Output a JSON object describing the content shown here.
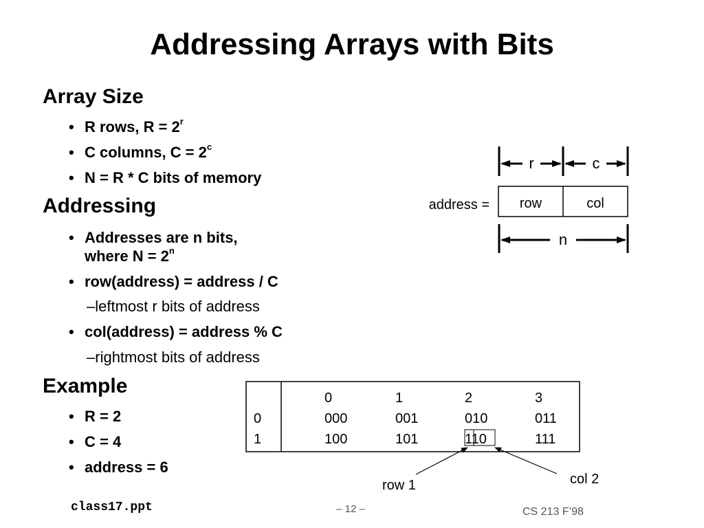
{
  "title": "Addressing Arrays with Bits",
  "sections": {
    "array_size": {
      "heading": "Array Size",
      "b1_pre": "R rows, R = 2",
      "b1_sup": "r",
      "b2_pre": "C columns, C = 2",
      "b2_sup": "c",
      "b3": "N = R * C bits of memory"
    },
    "addressing": {
      "heading": "Addressing",
      "b1_line1": "Addresses are n bits,",
      "b1_line2_pre": "where N = 2",
      "b1_line2_sup": "n",
      "b2": "row(address) = address / C",
      "b2_sub": "leftmost r bits of address",
      "b3": "col(address) = address % C",
      "b3_sub": "rightmost bits of address"
    },
    "example": {
      "heading": "Example",
      "b1": "R = 2",
      "b2": "C = 4",
      "b3": "address = 6"
    }
  },
  "bullet_char": "•",
  "dash_char": "–",
  "diagram": {
    "r": "r",
    "c": "c",
    "address_label": "address =",
    "row_field": "row",
    "col_field": "col",
    "n": "n"
  },
  "table": {
    "col_headers": [
      "0",
      "1",
      "2",
      "3"
    ],
    "rows": [
      {
        "label": "0",
        "cells": [
          "000",
          "001",
          "010",
          "011"
        ]
      },
      {
        "label": "1",
        "cells": [
          "100",
          "101",
          "110",
          "111"
        ]
      }
    ],
    "row_callout": "row 1",
    "col_callout": "col 2"
  },
  "footer": {
    "left": "class17.ppt",
    "center": "– 12 –",
    "right": "CS 213 F’98"
  }
}
